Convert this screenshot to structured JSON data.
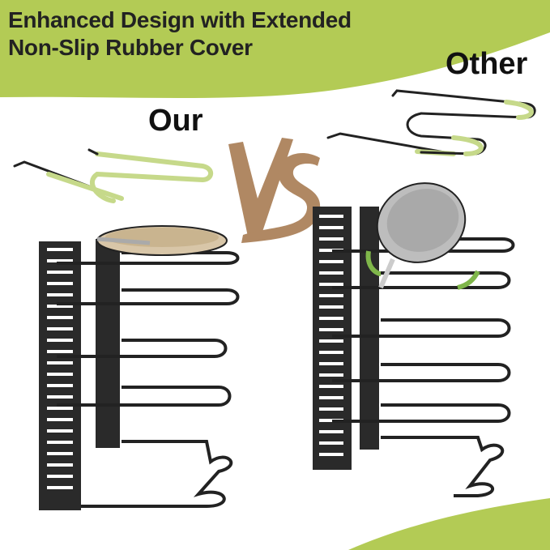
{
  "headline": {
    "line1": "Enhanced Design with Extended",
    "line2": "Non-Slip Rubber Cover"
  },
  "labels": {
    "ours": "Our",
    "other": "Other",
    "versus": "VS"
  },
  "colors": {
    "accent_green": "#b3cb55",
    "rubber_green": "#c6d98a",
    "vs_brown": "#b08863",
    "rack_black": "#222222"
  }
}
